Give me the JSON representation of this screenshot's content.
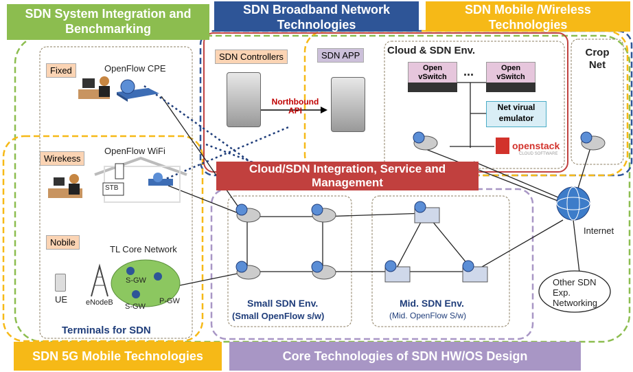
{
  "banners": {
    "system_integration": "SDN System Integration and Benchmarking",
    "broadband": "SDN Broadband Network Technologies",
    "mobile_wireless": "SDN Mobile /Wireless Technologies",
    "cloud_integration": "Cloud/SDN Integration, Service and Management",
    "mobile_5g": "SDN 5G Mobile Technologies",
    "core_tech": "Core Technologies of SDN HW/OS Design"
  },
  "terminals": {
    "fixed_tag": "Fixed",
    "openflow_cpe": "OpenFlow CPE",
    "wireless_tag": "Wirekess",
    "openflow_wifi": "OpenFlow WiFi",
    "stb": "STB",
    "mobile_tag": "Nobile",
    "tl_core": "TL Core Network",
    "sgw1": "S-GW",
    "sgw2": "S-GW",
    "pgw": "P-GW",
    "ue": "UE",
    "enodeb": "eNodeB",
    "title": "Terminals for SDN"
  },
  "controllers": {
    "controllers_tag": "SDN Controllers",
    "app_tag": "SDN APP",
    "northbound": "Northbound API"
  },
  "cloud": {
    "title": "Cloud & SDN Env.",
    "ovs1": "Open vSwitch",
    "ovs2": "Open vSwitch",
    "ellipsis": "...",
    "emulator": "Net virual emulator",
    "openstack": "openstack",
    "openstack_sub": "CLOUD SOFTWARE"
  },
  "crop": {
    "title": "Crop Net"
  },
  "envs": {
    "small_title": "Small SDN Env.",
    "small_sub": "(Small OpenFlow s/w)",
    "mid_title": "Mid. SDN Env.",
    "mid_sub": "(Mid. OpenFlow S/w)"
  },
  "internet": "Internet",
  "other_sdn": "Other SDN Exp. Networking",
  "colors": {
    "green": "#8cbd4f",
    "blue": "#2e5597",
    "yellow": "#f6b917",
    "red": "#c1403e",
    "purple": "#a896c5",
    "tag_orange": "#fbd4b4",
    "tag_purple": "#ccc0da"
  }
}
